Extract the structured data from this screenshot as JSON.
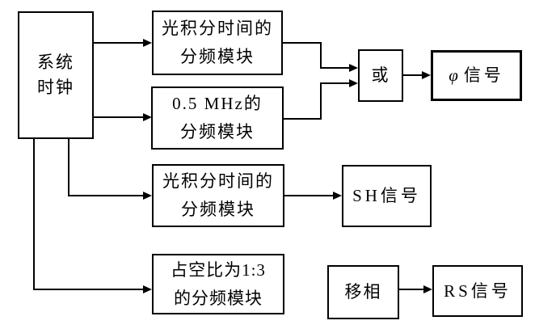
{
  "diagram": {
    "title": "clock-divider-signal-block-diagram",
    "clock": {
      "line1": "系统",
      "line2": "时钟"
    },
    "optical_divider_top": {
      "line1": "光积分时间的",
      "line2": "分频模块"
    },
    "mhz_divider": {
      "line1": "0.5 MHz的",
      "line2": "分频模块"
    },
    "or_gate": {
      "label": "或"
    },
    "phi_signal": {
      "symbol": "φ",
      "label": "信号"
    },
    "optical_divider_mid": {
      "line1": "光积分时间的",
      "line2": "分频模块"
    },
    "sh_signal": {
      "label": "SH信号"
    },
    "duty_divider": {
      "line1": "占空比为1:3",
      "line2": "的分频模块"
    },
    "phase_shifter": {
      "label": "移相"
    },
    "rs_signal": {
      "label": "RS信号"
    }
  },
  "colors": {
    "line": "#000000",
    "background": "#ffffff"
  }
}
